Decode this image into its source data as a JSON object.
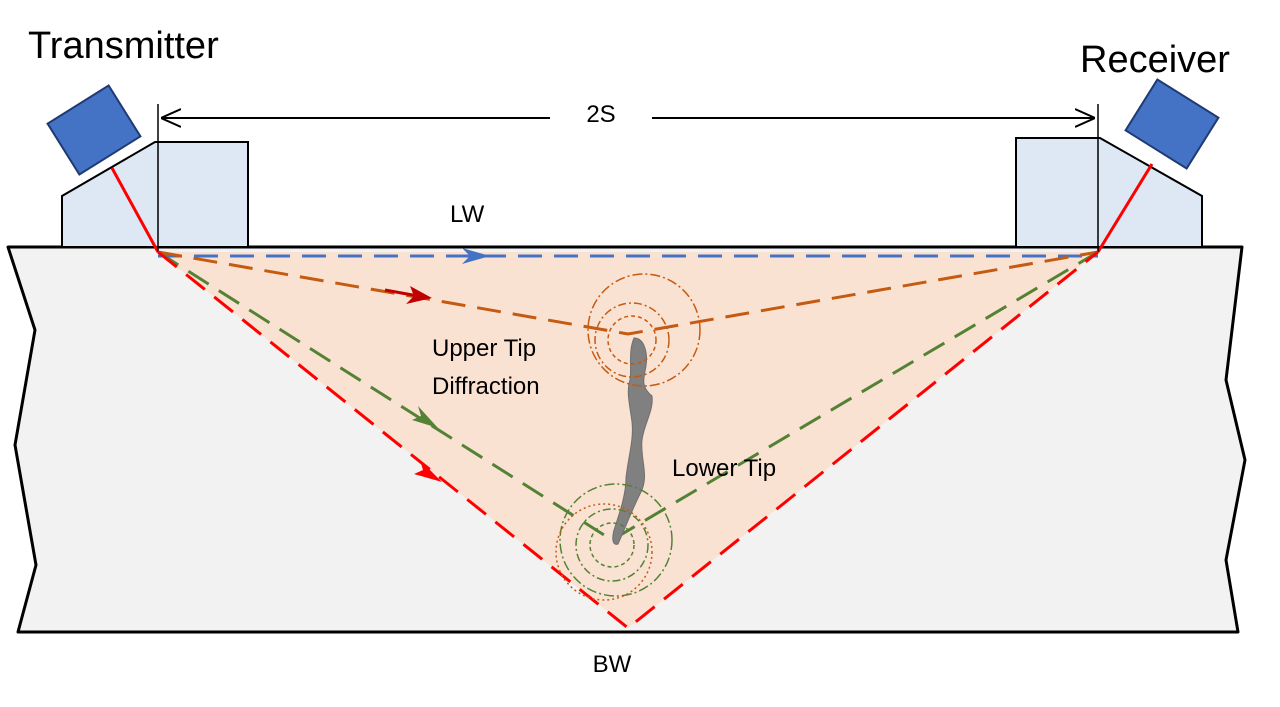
{
  "labels": {
    "transmitter": "Transmitter",
    "receiver": "Receiver",
    "separation": "2S",
    "lateral_wave": "LW",
    "upper_tip_line1": "Upper Tip",
    "upper_tip_line2": "Diffraction",
    "lower_tip": "Lower Tip",
    "back_wall": "BW"
  },
  "colors": {
    "specimen_fill": "#f2f2f2",
    "specimen_outline": "#000000",
    "wedge_fill": "#dde8f4",
    "probe_fill": "#4472c4",
    "insonified_zone": "#fbe0cf",
    "lateral_wave": "#4472c4",
    "upper_tip_path": "#c55a11",
    "lower_tip_path": "#548235",
    "back_wall_path": "#ff0000",
    "upper_tip_arrow": "#c00000",
    "crack": "#808080"
  }
}
